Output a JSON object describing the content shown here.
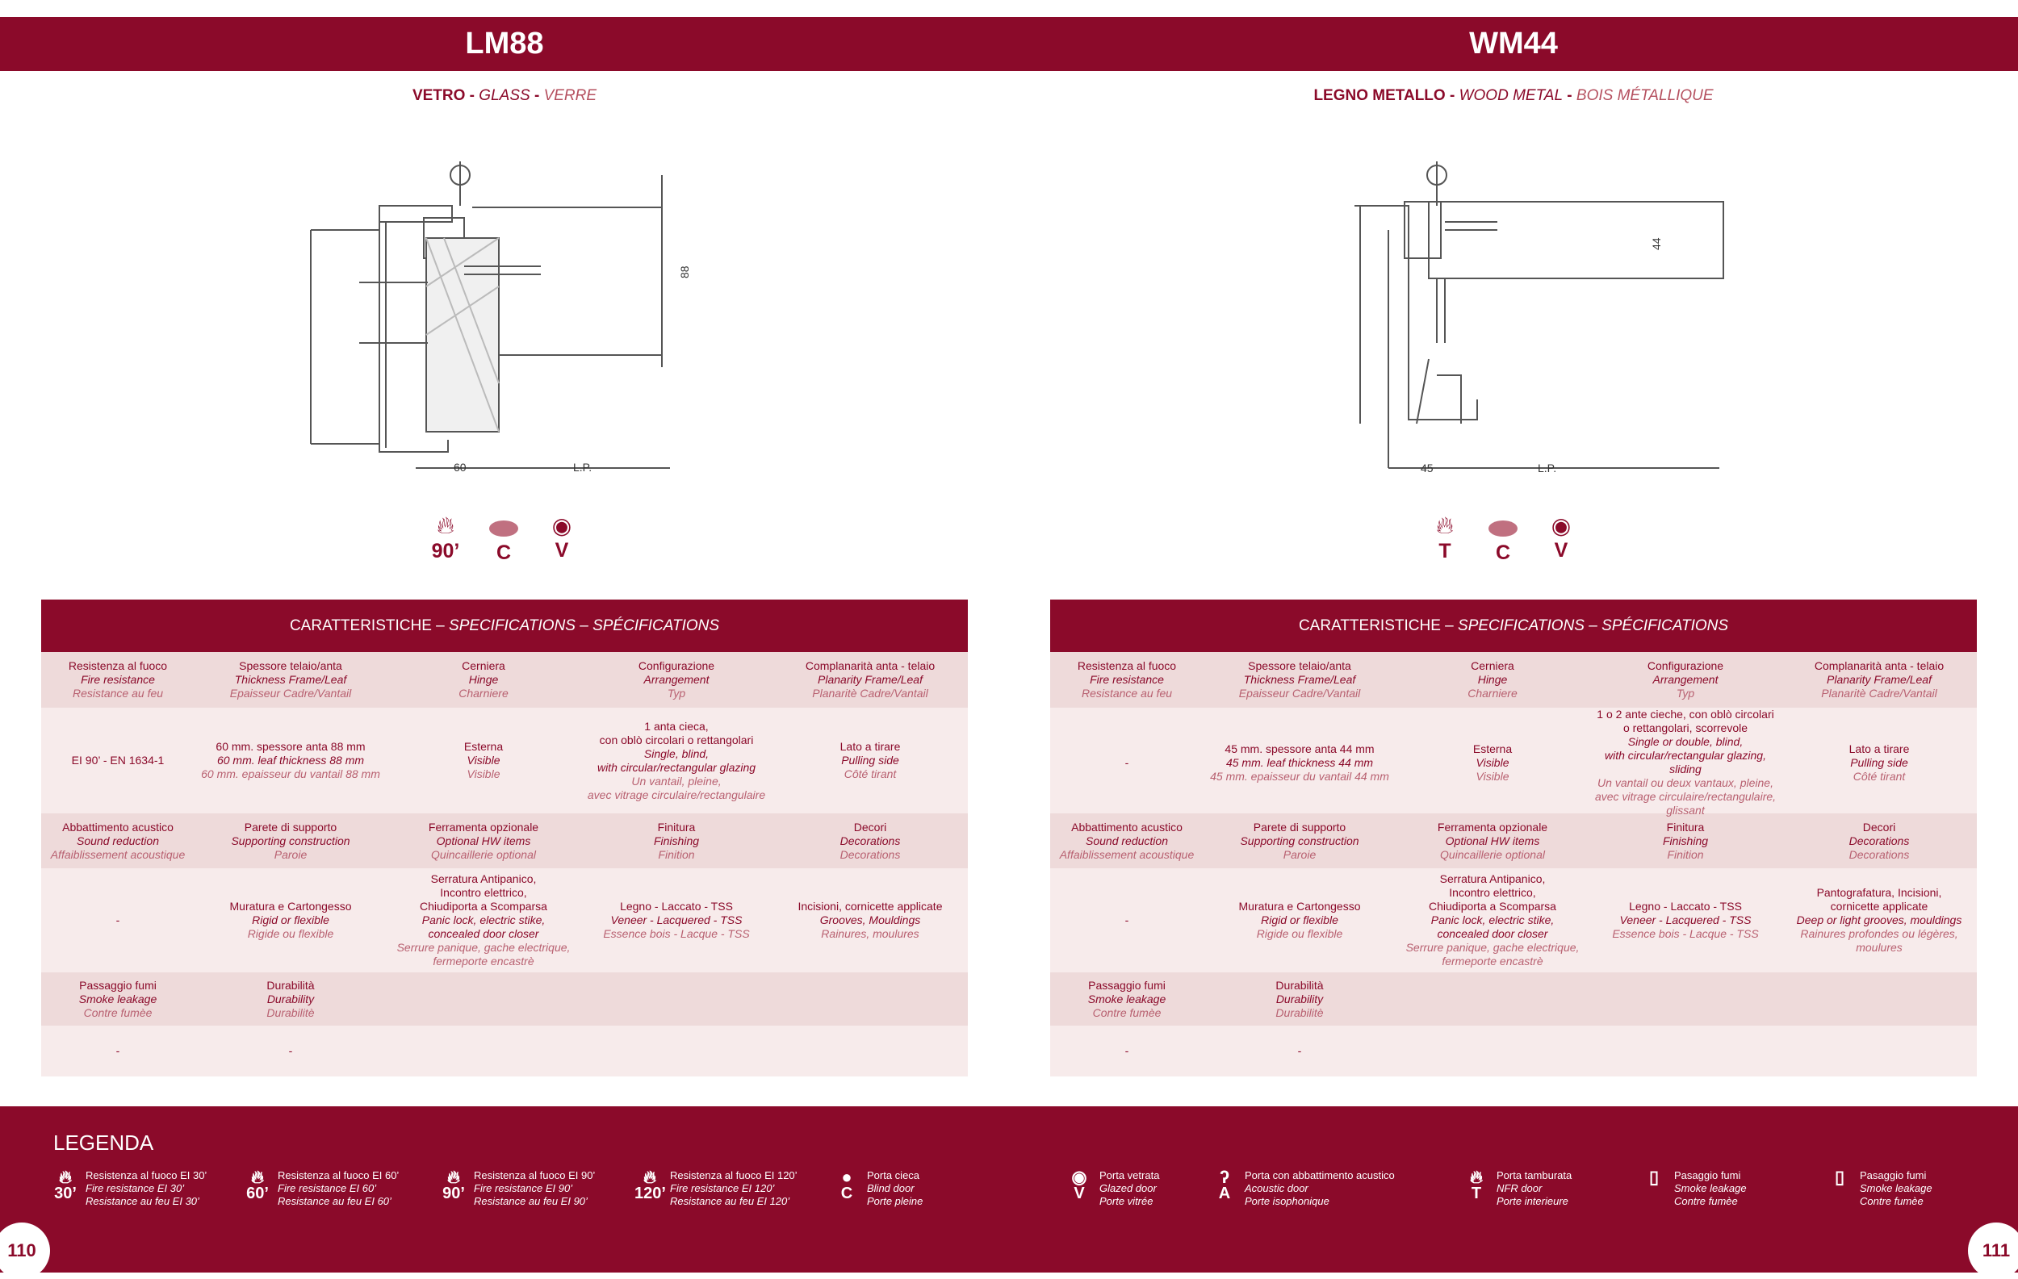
{
  "pages": [
    {
      "title": "LM88",
      "subtitle": {
        "it": "VETRO",
        "en": "GLASS",
        "fr": "VERRE"
      },
      "dims": {
        "thickness": "88",
        "frame": "60",
        "lp": "L.P."
      },
      "icons": [
        {
          "name": "fire-icon",
          "label": "90’"
        },
        {
          "name": "blind-door-icon",
          "label": "C"
        },
        {
          "name": "eye-icon",
          "label": "V"
        }
      ],
      "table_title": {
        "it": "CARATTERISTICHE – ",
        "en": "SPECIFICATIONS – SPÉCIFICATIONS"
      },
      "rows": [
        {
          "type": "h",
          "cells": [
            [
              "Resistenza al fuoco",
              "Fire resistance",
              "Resistance au feu"
            ],
            [
              "Spessore telaio/anta",
              "Thickness Frame/Leaf",
              "Epaisseur Cadre/Vantail"
            ],
            [
              "Cerniera",
              "Hinge",
              "Charniere"
            ],
            [
              "Configurazione",
              "Arrangement",
              "Typ"
            ],
            [
              "Complanarità anta - telaio",
              "Planarity Frame/Leaf",
              "Planaritè Cadre/Vantail"
            ]
          ]
        },
        {
          "type": "d",
          "cells": [
            [
              "EI 90’ - EN 1634-1",
              "",
              ""
            ],
            [
              "60 mm. spessore anta 88 mm",
              "60 mm. leaf thickness 88 mm",
              "60 mm. epaisseur du vantail 88 mm"
            ],
            [
              "Esterna",
              "Visible",
              "Visible"
            ],
            [
              "1 anta cieca,\ncon oblò circolari o rettangolari",
              "Single, blind,\nwith circular/rectangular glazing",
              "Un vantail, pleine,\navec vitrage circulaire/rectangulaire"
            ],
            [
              "Lato a tirare",
              "Pulling side",
              "Côté tirant"
            ]
          ]
        },
        {
          "type": "h",
          "cells": [
            [
              "Abbattimento acustico",
              "Sound reduction",
              "Affaiblissement acoustique"
            ],
            [
              "Parete di supporto",
              "Supporting construction",
              "Paroie"
            ],
            [
              "Ferramenta opzionale",
              "Optional HW items",
              "Quincaillerie optional"
            ],
            [
              "Finitura",
              "Finishing",
              "Finition"
            ],
            [
              "Decori",
              "Decorations",
              "Decorations"
            ]
          ]
        },
        {
          "type": "d",
          "cells": [
            [
              "-",
              "",
              ""
            ],
            [
              "Muratura e Cartongesso",
              "Rigid or flexible",
              "Rigide ou flexible"
            ],
            [
              "Serratura Antipanico,\nIncontro elettrico,\nChiudiporta a Scomparsa",
              "Panic lock, electric stike,\nconcealed door closer",
              "Serrure panique, gache electrique,\nfermeporte encastrè"
            ],
            [
              "Legno - Laccato - TSS",
              "Veneer - Lacquered - TSS",
              "Essence bois - Lacque - TSS"
            ],
            [
              "Incisioni, cornicette applicate",
              "Grooves, Mouldings",
              "Rainures, moulures"
            ]
          ]
        },
        {
          "type": "h",
          "cells": [
            [
              "Passaggio fumi",
              "Smoke leakage",
              "Contre fumèe"
            ],
            [
              "Durabilità",
              "Durability",
              "Durabilitè"
            ],
            [
              "",
              "",
              ""
            ],
            [
              "",
              "",
              ""
            ],
            [
              "",
              "",
              ""
            ]
          ]
        },
        {
          "type": "d",
          "cells": [
            [
              "-",
              "",
              ""
            ],
            [
              "-",
              "",
              ""
            ],
            [
              "",
              "",
              ""
            ],
            [
              "",
              "",
              ""
            ],
            [
              "",
              "",
              ""
            ]
          ]
        }
      ]
    },
    {
      "title": "WM44",
      "subtitle": {
        "it": "LEGNO METALLO",
        "en": "WOOD METAL",
        "fr": "BOIS MÉTALLIQUE"
      },
      "dims": {
        "thickness": "44",
        "frame": "45",
        "lp": "L.P."
      },
      "icons": [
        {
          "name": "nfr-door-icon",
          "label": "T"
        },
        {
          "name": "blind-door-icon",
          "label": "C"
        },
        {
          "name": "eye-icon",
          "label": "V"
        }
      ],
      "table_title": {
        "it": "CARATTERISTICHE – ",
        "en": "SPECIFICATIONS – SPÉCIFICATIONS"
      },
      "rows": [
        {
          "type": "h",
          "cells": [
            [
              "Resistenza al fuoco",
              "Fire resistance",
              "Resistance au feu"
            ],
            [
              "Spessore telaio/anta",
              "Thickness Frame/Leaf",
              "Epaisseur Cadre/Vantail"
            ],
            [
              "Cerniera",
              "Hinge",
              "Charniere"
            ],
            [
              "Configurazione",
              "Arrangement",
              "Typ"
            ],
            [
              "Complanarità anta - telaio",
              "Planarity Frame/Leaf",
              "Planaritè Cadre/Vantail"
            ]
          ]
        },
        {
          "type": "d",
          "cells": [
            [
              "-",
              "",
              ""
            ],
            [
              "45 mm. spessore anta 44 mm",
              "45 mm. leaf thickness 44 mm",
              "45 mm. epaisseur du vantail 44 mm"
            ],
            [
              "Esterna",
              "Visible",
              "Visible"
            ],
            [
              "1 o 2 ante cieche, con oblò circolari\no rettangolari, scorrevole",
              "Single or double, blind,\nwith circular/rectangular glazing, sliding",
              "Un vantail ou deux vantaux, pleine,\navec vitrage circulaire/rectangulaire,\nglissant"
            ],
            [
              "Lato a tirare",
              "Pulling side",
              "Côté tirant"
            ]
          ]
        },
        {
          "type": "h",
          "cells": [
            [
              "Abbattimento acustico",
              "Sound reduction",
              "Affaiblissement acoustique"
            ],
            [
              "Parete di supporto",
              "Supporting construction",
              "Paroie"
            ],
            [
              "Ferramenta opzionale",
              "Optional HW items",
              "Quincaillerie optional"
            ],
            [
              "Finitura",
              "Finishing",
              "Finition"
            ],
            [
              "Decori",
              "Decorations",
              "Decorations"
            ]
          ]
        },
        {
          "type": "d",
          "cells": [
            [
              "-",
              "",
              ""
            ],
            [
              "Muratura e Cartongesso",
              "Rigid or flexible",
              "Rigide ou flexible"
            ],
            [
              "Serratura Antipanico,\nIncontro elettrico,\nChiudiporta a Scomparsa",
              "Panic lock, electric stike,\nconcealed door closer",
              "Serrure panique, gache electrique,\nfermeporte encastrè"
            ],
            [
              "Legno - Laccato - TSS",
              "Veneer - Lacquered - TSS",
              "Essence bois - Lacque - TSS"
            ],
            [
              "Pantografatura, Incisioni,\ncornicette applicate",
              "Deep or light grooves, mouldings",
              "Rainures profondes ou légères,\nmoulures"
            ]
          ]
        },
        {
          "type": "h",
          "cells": [
            [
              "Passaggio fumi",
              "Smoke leakage",
              "Contre fumèe"
            ],
            [
              "Durabilità",
              "Durability",
              "Durabilitè"
            ],
            [
              "",
              "",
              ""
            ],
            [
              "",
              "",
              ""
            ],
            [
              "",
              "",
              ""
            ]
          ]
        },
        {
          "type": "d",
          "cells": [
            [
              "-",
              "",
              ""
            ],
            [
              "-",
              "",
              ""
            ],
            [
              "",
              "",
              ""
            ],
            [
              "",
              "",
              ""
            ],
            [
              "",
              "",
              ""
            ]
          ]
        }
      ]
    }
  ],
  "legend": {
    "title": "LEGENDA",
    "items": [
      {
        "icon": "fire-30-icon",
        "sym": "30’",
        "l1": "Resistenza al fuoco EI 30’",
        "l2": "Fire resistance EI 30’",
        "l3": "Resistance au feu EI 30’"
      },
      {
        "icon": "fire-60-icon",
        "sym": "60’",
        "l1": "Resistenza al fuoco EI 60’",
        "l2": "Fire resistance EI 60’",
        "l3": "Resistance au feu EI 60’"
      },
      {
        "icon": "fire-90-icon",
        "sym": "90’",
        "l1": "Resistenza al fuoco EI 90’",
        "l2": "Fire resistance EI 90’",
        "l3": "Resistance au feu EI 90’"
      },
      {
        "icon": "fire-120-icon",
        "sym": "120’",
        "l1": "Resistenza al fuoco EI 120’",
        "l2": "Fire resistance EI 120’",
        "l3": "Resistance au feu EI 120’"
      },
      {
        "icon": "blind-door-icon",
        "sym": "C",
        "l1": "Porta cieca",
        "l2": "Blind door",
        "l3": "Porte pleine"
      },
      {
        "icon": "eye-icon",
        "sym": "V",
        "l1": "Porta vetrata",
        "l2": "Glazed door",
        "l3": "Porte vitrée"
      },
      {
        "icon": "ear-icon",
        "sym": "A",
        "l1": "Porta con abbattimento acustico",
        "l2": "Acoustic door",
        "l3": "Porte isophonique"
      },
      {
        "icon": "nfr-door-icon",
        "sym": "T",
        "l1": "Porta tamburata",
        "l2": "NFR door",
        "l3": "Porte interieure"
      },
      {
        "icon": "smoke-clock-door-icon",
        "sym": "",
        "l1": "Pasaggio fumi",
        "l2": "Smoke leakage",
        "l3": "Contre fumèe"
      },
      {
        "icon": "smoke-door-icon",
        "sym": "",
        "l1": "Pasaggio fumi",
        "l2": "Smoke leakage",
        "l3": "Contre fumèe"
      }
    ]
  },
  "page_numbers": [
    "110",
    "111"
  ],
  "colors": {
    "brand": "#8B0A2A",
    "header_row": "#EEDADA",
    "data_row": "#F7EBEB"
  }
}
